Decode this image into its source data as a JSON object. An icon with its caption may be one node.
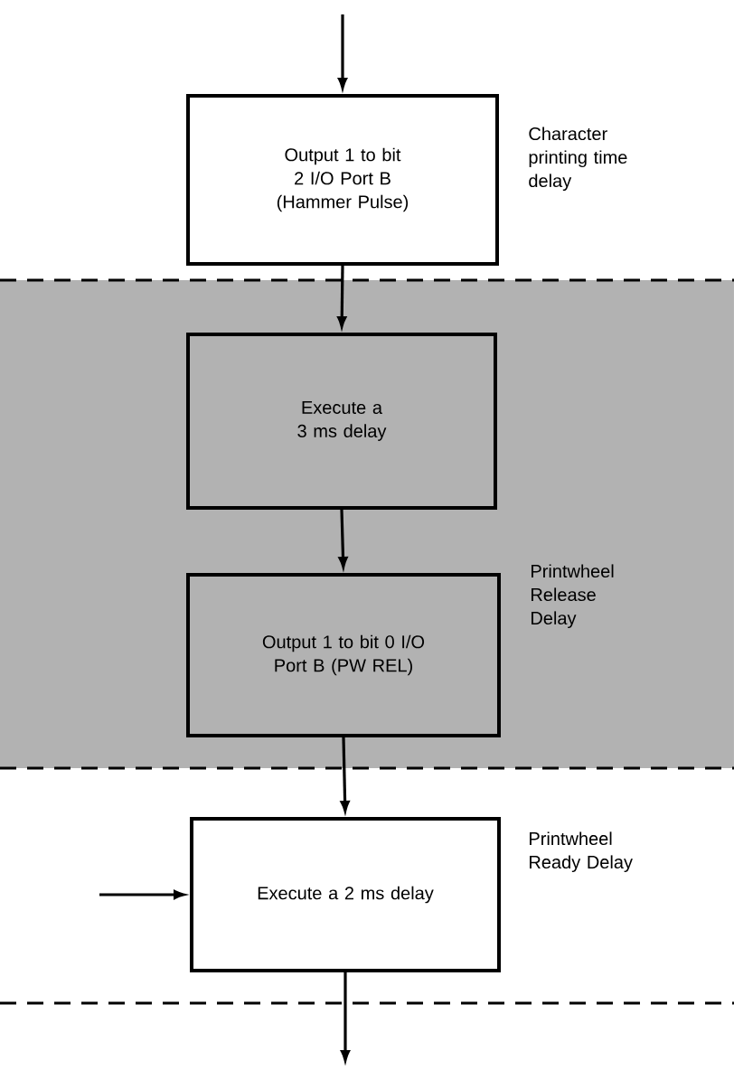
{
  "diagram": {
    "nodes": [
      {
        "text": [
          "Output 1 to bit 2 I/O Port B (Hammer Pulse)"
        ],
        "beside": [
          "Character printing time delay"
        ]
      },
      {
        "text": [
          "Printwheel Release Delay"
        ]
      },
      {
        "text": [
          "Execute a 3 ms delay"
        ],
        "in": 1
      },
      {
        "text": [
          "Output 1 to bit 0 I/O Port B (PW REL)"
        ],
        "in": 1
      },
      {
        "text": [
          "Execute a 2 ms delay"
        ],
        "beside": [
          "Printwheel Ready Delay"
        ]
      }
    ],
    "edges": [
      {
        "from": null,
        "to": 0,
        "arrow": "to"
      },
      {
        "from": 0,
        "to": 2,
        "arrow": "to"
      },
      {
        "from": 2,
        "to": 3,
        "arrow": "to"
      },
      {
        "from": 3,
        "to": 4,
        "arrow": "to"
      },
      {
        "from": 4,
        "to": null,
        "arrow": "to"
      },
      {
        "from": null,
        "to": 4,
        "arrow": "to"
      }
    ]
  }
}
